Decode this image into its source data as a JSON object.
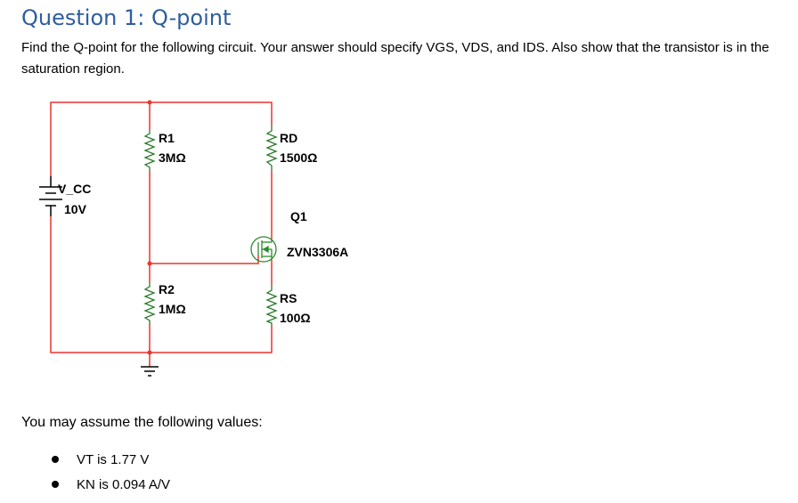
{
  "question": {
    "title": "Question 1: Q-point",
    "description": "Find the Q-point for the following circuit. Your answer should specify VGS, VDS, and IDS. Also show that the transistor is in the saturation region."
  },
  "circuit": {
    "source": {
      "name": "V_CC",
      "value": "10V"
    },
    "r1": {
      "name": "R1",
      "value": "3MΩ"
    },
    "r2": {
      "name": "R2",
      "value": "1MΩ"
    },
    "rd": {
      "name": "RD",
      "value": "1500Ω"
    },
    "rs": {
      "name": "RS",
      "value": "100Ω"
    },
    "transistor": {
      "name": "Q1",
      "part": "ZVN3306A"
    },
    "wire_color": "#e8352e",
    "node_color": "#e8352e",
    "component_color": "#000000",
    "resistor_color": "#2d7a2d",
    "mosfet_color": "#2d8a2d"
  },
  "assumptions": {
    "intro": "You may assume the following values:",
    "items": [
      "VT is 1.77 V",
      "KN is 0.094 A/V"
    ]
  }
}
